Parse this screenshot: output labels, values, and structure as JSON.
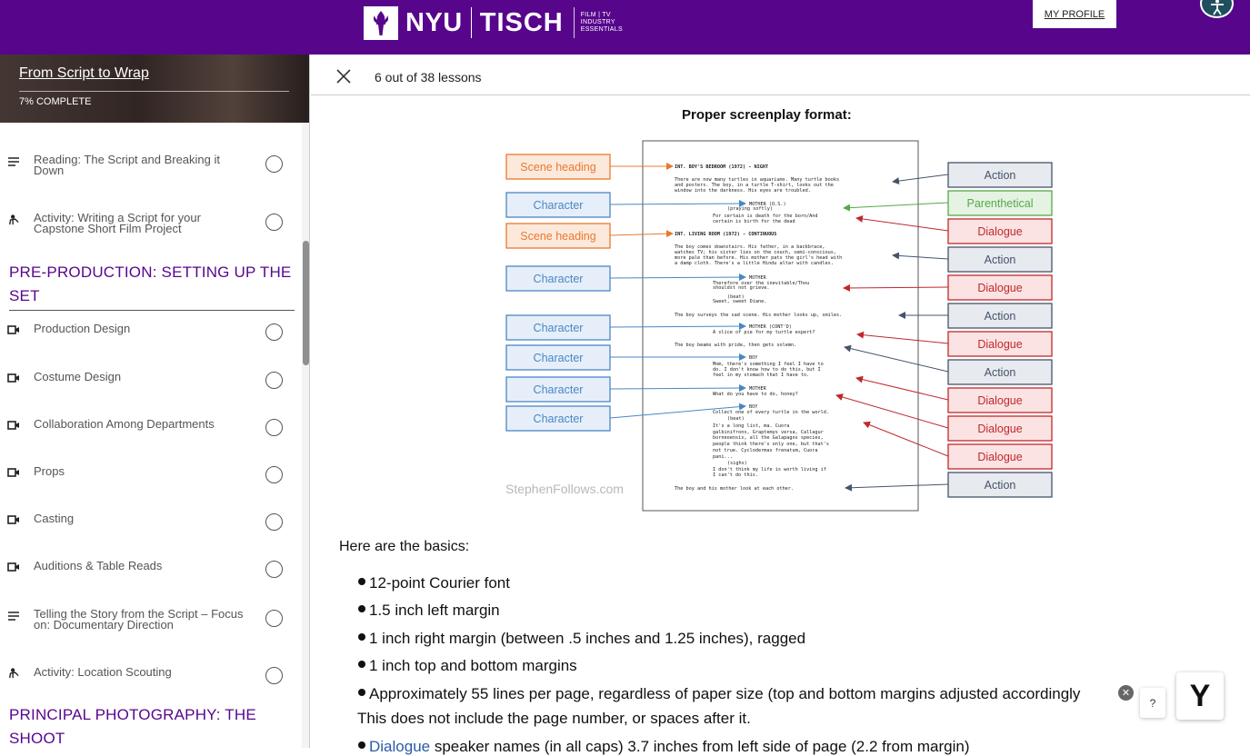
{
  "header": {
    "brand_left": "NYU",
    "brand_right": "TISCH",
    "brand_sub": [
      "FILM | TV",
      "INDUSTRY",
      "ESSENTIALS"
    ],
    "my_profile_label": "MY PROFILE",
    "colors": {
      "brand_purple": "#57068c",
      "accessibility_bg": "#1f4f5e"
    }
  },
  "sidebar": {
    "course_title": "From Script to Wrap",
    "progress_label": "7% COMPLETE",
    "items": [
      {
        "label": "Reading: The Script and Breaking it Down",
        "icon": "text-lines-icon"
      },
      {
        "label": "Activity: Writing a Script for your Capstone Short Film Project",
        "icon": "activity-icon"
      },
      {
        "label": "Production Design",
        "icon": "video-icon"
      },
      {
        "label": "Costume Design",
        "icon": "video-icon"
      },
      {
        "label": "Collaboration Among Departments",
        "icon": "video-icon"
      },
      {
        "label": "Props",
        "icon": "video-icon"
      },
      {
        "label": "Casting",
        "icon": "video-icon"
      },
      {
        "label": "Auditions & Table Reads",
        "icon": "video-icon"
      },
      {
        "label": "Telling the Story from the Script – Focus on: Documentary Direction",
        "icon": "text-lines-icon"
      },
      {
        "label": "Activity: Location Scouting",
        "icon": "activity-icon"
      }
    ],
    "sections": [
      "PRE-PRODUCTION: SETTING UP THE SET",
      "PRINCIPAL PHOTOGRAPHY: THE SHOOT"
    ]
  },
  "main": {
    "lesson_count": "6 out of 38 lessons",
    "figure_title": "Proper screenplay format:",
    "figure": {
      "left_labels": [
        "Scene heading",
        "Character",
        "Scene heading",
        "Character",
        "Character",
        "Character",
        "Character",
        "Character"
      ],
      "right_labels": [
        "Action",
        "Parenthetical",
        "Dialogue",
        "Action",
        "Dialogue",
        "Action",
        "Dialogue",
        "Action",
        "Dialogue",
        "Dialogue",
        "Dialogue",
        "Action"
      ],
      "watermark": "StephenFollows.com",
      "script_lines": [
        "INT. BOY'S BEDROOM (1972) - NIGHT",
        "There are now many turtles in aquariums.  Many turtle books",
        "and posters.  The boy, in a turtle T-shirt, looks out the",
        "window into the darkness.  His eyes are troubled.",
        "MOTHER (O.S.)",
        "(praying softly)",
        "For certain is death for the born/And",
        "certain is birth for the dead",
        "INT. LIVING ROOM (1972) - CONTINUOUS",
        "The boy comes downstairs.  His father, in a backbrace,",
        "watches TV; his sister lies on the couch, semi-conscious,",
        "more pale than before.  His mother pats the girl's head with",
        "a damp cloth.  There's a little Hindu altar with candles.",
        "MOTHER",
        "Therefore over the inevitable/Thou",
        "shouldst not grieve.",
        "(beat)",
        "Sweet, sweet Diane.",
        "The boy surveys the sad scene.  His mother looks up, smiles.",
        "MOTHER (CONT'D)",
        "A slice of pie for my turtle expert?",
        "The boy beams with pride, then gets solemn.",
        "BOY",
        "Mom, there's something I feel I have to",
        "do.  I don't know how to do this, but I",
        "feel in my stomach that I have to.",
        "MOTHER",
        "What do you have to do, honey?",
        "BOY",
        "Collect one of every turtle in the world.",
        "(beat)",
        "It's a long list, ma.  Cuora",
        "galbinifrons, Graptemys versa, Callagur",
        "borneoensis, all the Galapagos species,",
        "people think there's only one, but that's",
        "not true.  Cyclodermas frenatum, Cuora",
        "pani...",
        "(sighs)",
        "I don't think my life is worth living if",
        "I can't do this.",
        "The boy and his mother look at each other."
      ],
      "colors": {
        "scene": "#e8792f",
        "scene_bg": "#fde9dc",
        "character": "#4a86c5",
        "character_bg": "#e6eff9",
        "action": "#44546a",
        "action_bg": "#e7eaef",
        "parenthetical": "#56a84a",
        "parenthetical_bg": "#e5f3e2",
        "dialogue": "#c0282c",
        "dialogue_bg": "#fbe3e3"
      }
    },
    "basics_intro": "Here are the basics:",
    "bullets": [
      "12-point Courier font",
      "1.5 inch left margin",
      "1 inch right margin (between .5 inches and 1.25 inches), ragged",
      "1 inch top and bottom margins",
      "Approximately 55 lines per page, regardless of paper size (top and bottom margins adjusted accordingly"
    ],
    "bullet_continuation": "This does not include the page number, or spaces after it.",
    "last_bullet_link": "Dialogue",
    "last_bullet_rest": " speaker names (in all caps) 3.7 inches from left side of page (2.2 from margin)",
    "help_label": "?",
    "widget_letter": "Y",
    "widget_close": "✕"
  }
}
